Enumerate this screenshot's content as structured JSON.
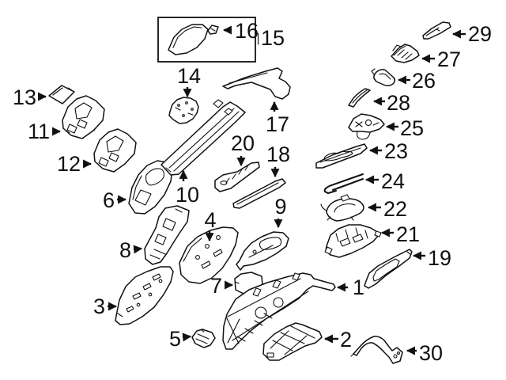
{
  "diagram": {
    "background_color": "#ffffff",
    "line_color": "#111111",
    "callouts": [
      {
        "id": 1,
        "label": "1"
      },
      {
        "id": 2,
        "label": "2"
      },
      {
        "id": 3,
        "label": "3"
      },
      {
        "id": 4,
        "label": "4"
      },
      {
        "id": 5,
        "label": "5"
      },
      {
        "id": 6,
        "label": "6"
      },
      {
        "id": 7,
        "label": "7"
      },
      {
        "id": 8,
        "label": "8"
      },
      {
        "id": 9,
        "label": "9"
      },
      {
        "id": 10,
        "label": "10"
      },
      {
        "id": 11,
        "label": "11"
      },
      {
        "id": 12,
        "label": "12"
      },
      {
        "id": 13,
        "label": "13"
      },
      {
        "id": 14,
        "label": "14"
      },
      {
        "id": 15,
        "label": "15"
      },
      {
        "id": 16,
        "label": "16"
      },
      {
        "id": 17,
        "label": "17"
      },
      {
        "id": 18,
        "label": "18"
      },
      {
        "id": 19,
        "label": "19"
      },
      {
        "id": 20,
        "label": "20"
      },
      {
        "id": 21,
        "label": "21"
      },
      {
        "id": 22,
        "label": "22"
      },
      {
        "id": 23,
        "label": "23"
      },
      {
        "id": 24,
        "label": "24"
      },
      {
        "id": 25,
        "label": "25"
      },
      {
        "id": 26,
        "label": "26"
      },
      {
        "id": 27,
        "label": "27"
      },
      {
        "id": 28,
        "label": "28"
      },
      {
        "id": 29,
        "label": "29"
      },
      {
        "id": 30,
        "label": "30"
      }
    ]
  }
}
